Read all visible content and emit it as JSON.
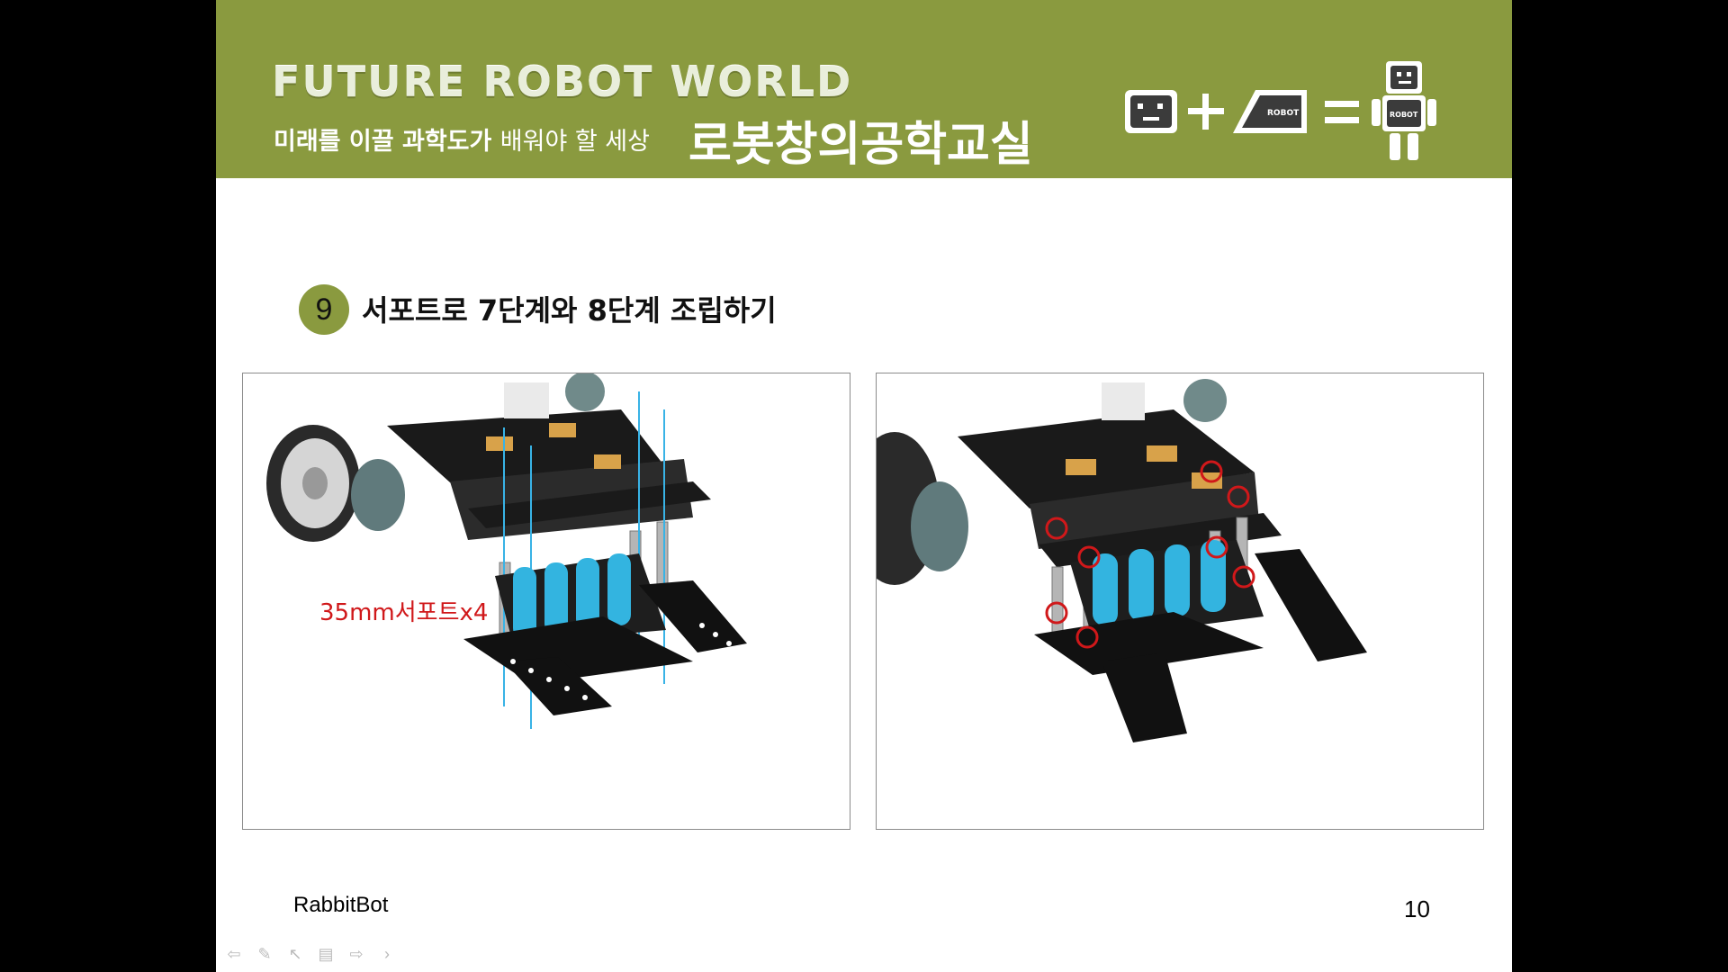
{
  "header": {
    "brand": "FUTURE ROBOT WORLD",
    "subtitle_bold": "미래를 이끌 과학도가",
    "subtitle_light": "배워야 할 세상",
    "course_title": "로봇창의공학교실",
    "logo_text": "ROBOT"
  },
  "step": {
    "number": "9",
    "title": "서포트로 7단계와 8단계 조립하기"
  },
  "left_panel": {
    "support_label": "35mm서포트x4"
  },
  "footer": {
    "left": "RabbitBot",
    "page_number": "10"
  },
  "colors": {
    "banner": "#8a9a3f",
    "accent": "#d0181a",
    "battery": "#33b4e0"
  },
  "nav_icons": [
    "back-arrow-icon",
    "pen-icon",
    "pointer-icon",
    "slides-icon",
    "forward-arrow-icon",
    "chevron-right-icon"
  ]
}
